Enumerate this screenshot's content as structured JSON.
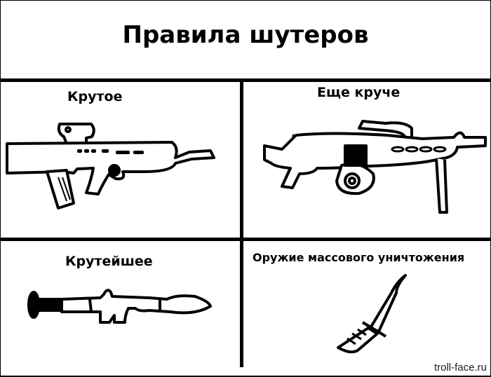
{
  "title": "Правила шутеров",
  "panels": [
    {
      "caption": "Крутое",
      "weapon_icon": "assault-rifle-icon"
    },
    {
      "caption": "Еще круче",
      "weapon_icon": "machine-gun-icon"
    },
    {
      "caption": "Крутейшее",
      "weapon_icon": "rocket-launcher-icon"
    },
    {
      "caption": "Оружие массового уничтожения",
      "weapon_icon": "knife-icon"
    }
  ],
  "watermark": "troll-face.ru",
  "colors": {
    "line": "#000000",
    "background": "#ffffff"
  }
}
